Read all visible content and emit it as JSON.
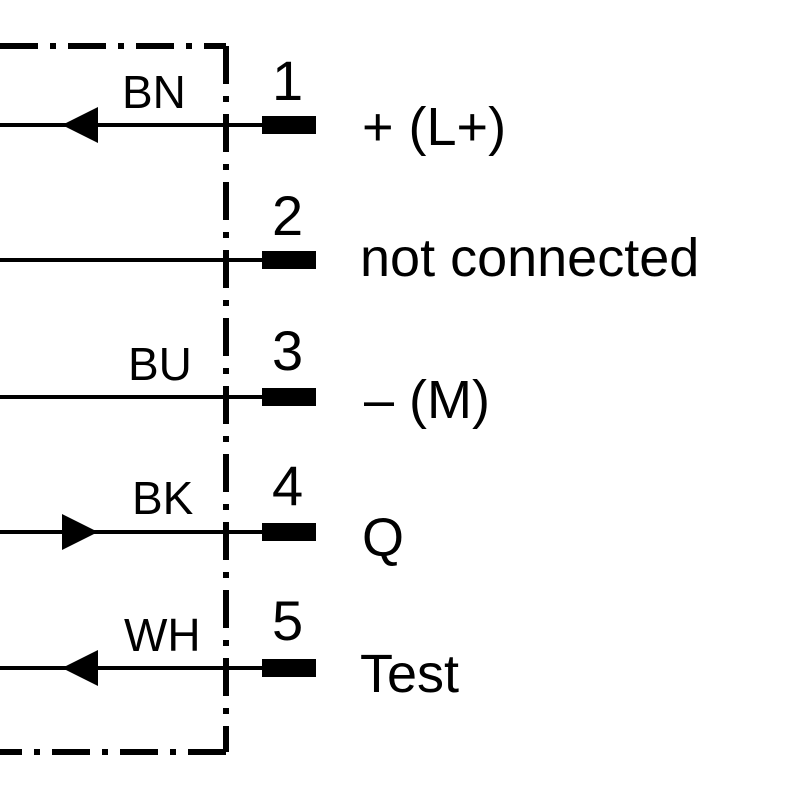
{
  "pins": [
    {
      "number": "1",
      "wire_color": "BN",
      "signal": "+ (L+)",
      "arrow": "in"
    },
    {
      "number": "2",
      "wire_color": "",
      "signal": "not connected",
      "arrow": "none"
    },
    {
      "number": "3",
      "wire_color": "BU",
      "signal": "– (M)",
      "arrow": "none"
    },
    {
      "number": "4",
      "wire_color": "BK",
      "signal": "Q",
      "arrow": "out"
    },
    {
      "number": "5",
      "wire_color": "WH",
      "signal": "Test",
      "arrow": "in"
    }
  ],
  "colors": {
    "line": "#000000",
    "background": "#ffffff"
  }
}
